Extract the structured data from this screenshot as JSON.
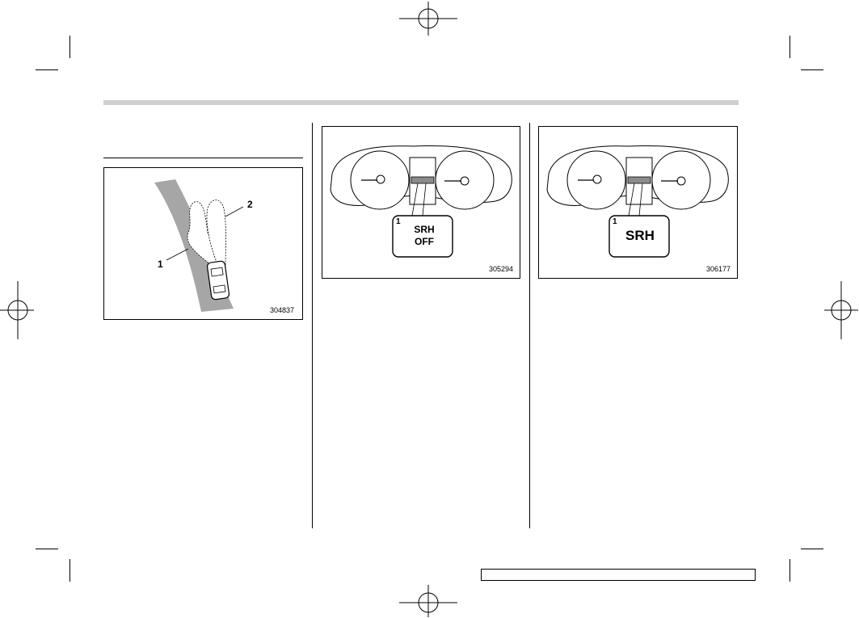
{
  "figures": [
    {
      "id": "fig-left",
      "code": "304837",
      "callouts": [
        "1",
        "2"
      ]
    },
    {
      "id": "fig-middle",
      "code": "305294",
      "callout_number": "1",
      "indicator_line1": "SRH",
      "indicator_line2": "OFF"
    },
    {
      "id": "fig-right",
      "code": "306177",
      "callout_number": "1",
      "indicator_line1": "SRH"
    }
  ],
  "colors": {
    "header_bar": "#cfcfcf",
    "road": "#a6a6a6",
    "indicator": "#8c8c8c"
  }
}
